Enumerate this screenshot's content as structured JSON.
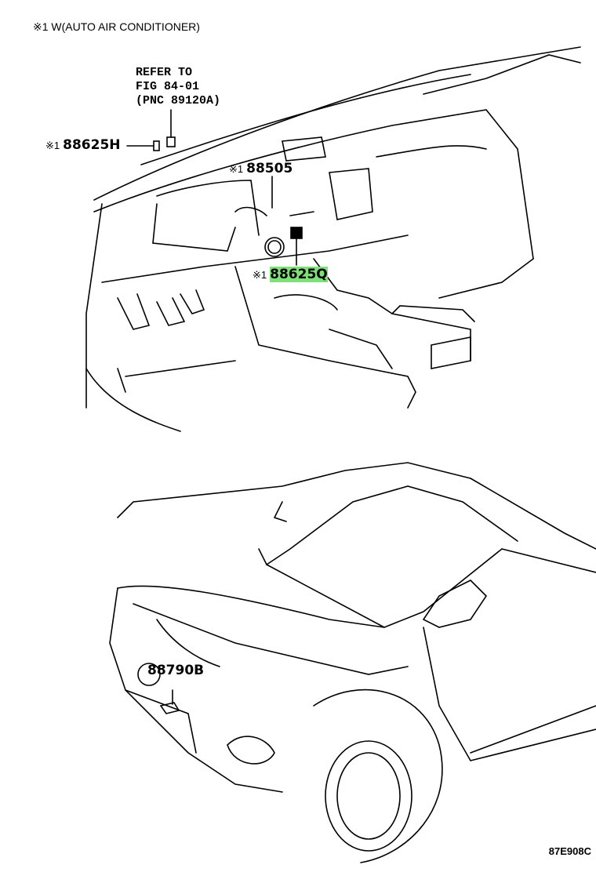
{
  "note": "※1 W(AUTO AIR CONDITIONER)",
  "refer": {
    "line1": "REFER TO",
    "line2": "FIG 84-01",
    "line3": "(PNC 89120A)"
  },
  "callouts": [
    {
      "mark": "※1",
      "part": "88625H"
    },
    {
      "mark": "※1",
      "part": "88505"
    },
    {
      "mark": "※1",
      "part": "88625Q",
      "highlighted": true
    },
    {
      "mark": "",
      "part": "88790B"
    }
  ],
  "figure_code": "87E908C",
  "colors": {
    "highlight": "#7fe07a",
    "line": "#000000"
  }
}
